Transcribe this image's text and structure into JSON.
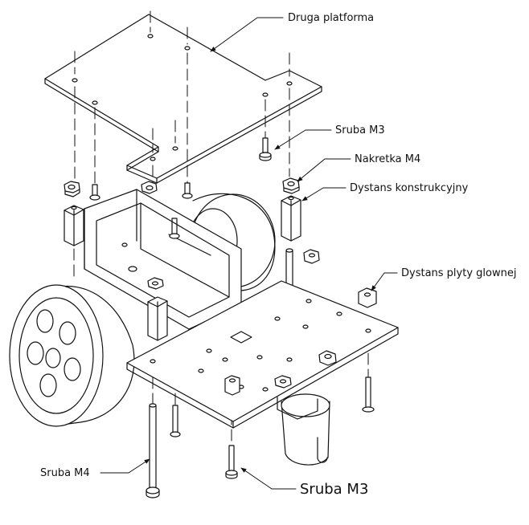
{
  "labels": {
    "top_platform": "Druga platforma",
    "screw_m3_top": "Sruba M3",
    "nut_m4": "Nakretka M4",
    "structural_standoff": "Dystans konstrukcyjny",
    "main_plate_standoff": "Dystans plyty glownej",
    "screw_m4": "Sruba M4",
    "screw_m3_bottom": "Sruba M3"
  }
}
